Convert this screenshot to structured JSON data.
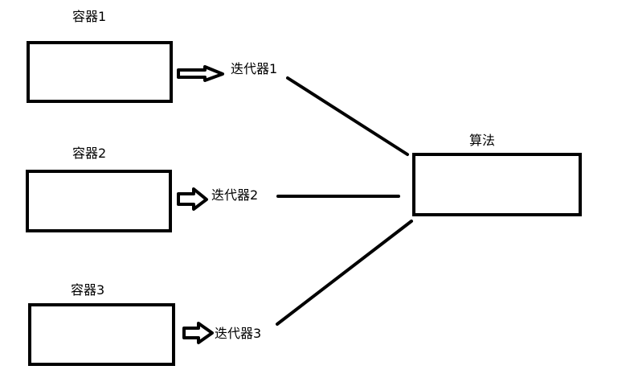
{
  "diagram": {
    "containers": [
      {
        "label": "容器1"
      },
      {
        "label": "容器2"
      },
      {
        "label": "容器3"
      }
    ],
    "iterators": [
      {
        "label": "迭代器1"
      },
      {
        "label": "迭代器2"
      },
      {
        "label": "迭代器3"
      }
    ],
    "algorithm": {
      "label": "算法"
    },
    "colors": {
      "stroke": "#000000",
      "background": "#ffffff"
    }
  }
}
